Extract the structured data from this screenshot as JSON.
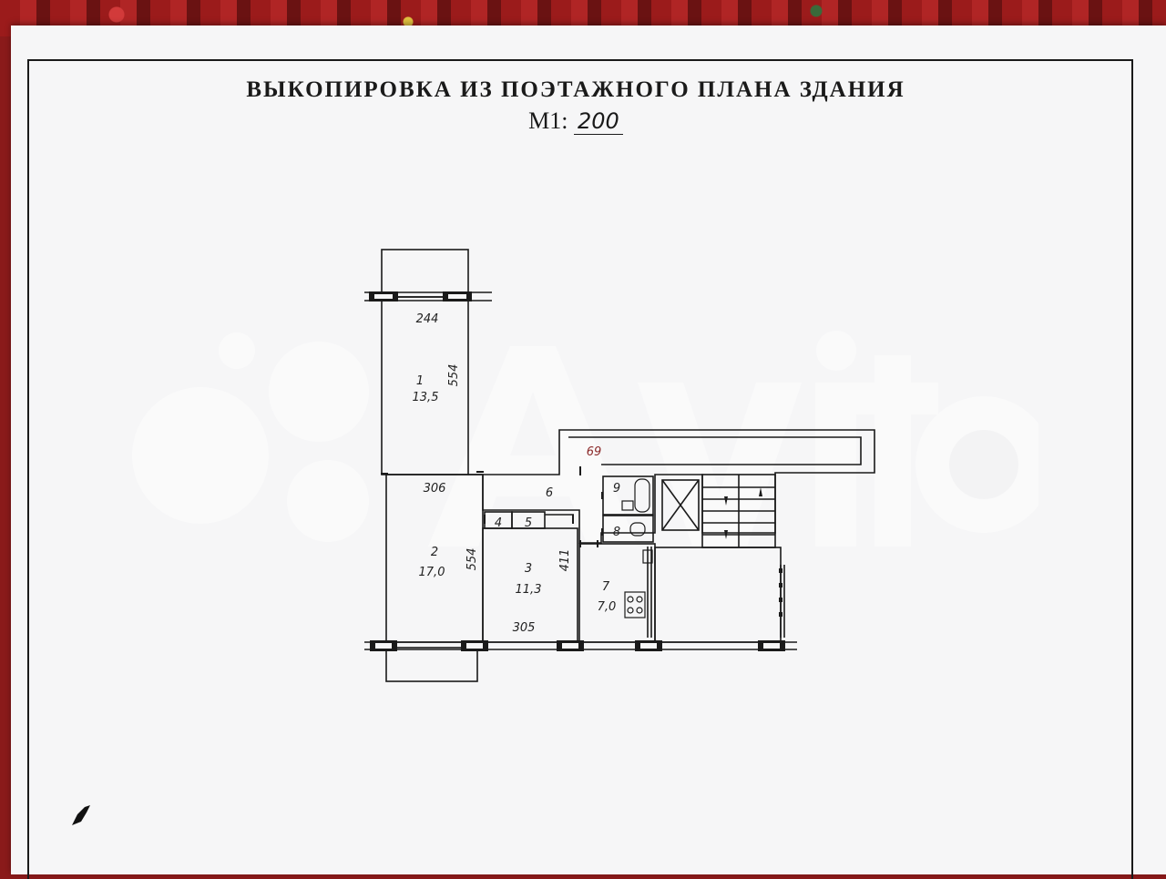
{
  "title": "ВЫКОПИРОВКА ИЗ ПОЭТАЖНОГО ПЛАНА ЗДАНИЯ",
  "scale": {
    "prefix": "М1:",
    "value": "200"
  },
  "rooms": [
    {
      "id": "1",
      "number": "1",
      "area": "13,5"
    },
    {
      "id": "2",
      "number": "2",
      "area": "17,0"
    },
    {
      "id": "3",
      "number": "3",
      "area": "11,3"
    },
    {
      "id": "4",
      "number": "4",
      "area": ""
    },
    {
      "id": "5",
      "number": "5",
      "area": ""
    },
    {
      "id": "6",
      "number": "6",
      "area": ""
    },
    {
      "id": "7",
      "number": "7",
      "area": "7,0"
    },
    {
      "id": "8",
      "number": "8",
      "area": ""
    },
    {
      "id": "9",
      "number": "9",
      "area": ""
    }
  ],
  "dimensions": {
    "d244": "244",
    "d554a": "554",
    "d306": "306",
    "d554b": "554",
    "d411": "411",
    "d305": "305",
    "d69": "69"
  },
  "colors": {
    "paper": "#f6f6f7",
    "ink": "#1a1a1a",
    "accent_69": "#8b2a2a"
  }
}
